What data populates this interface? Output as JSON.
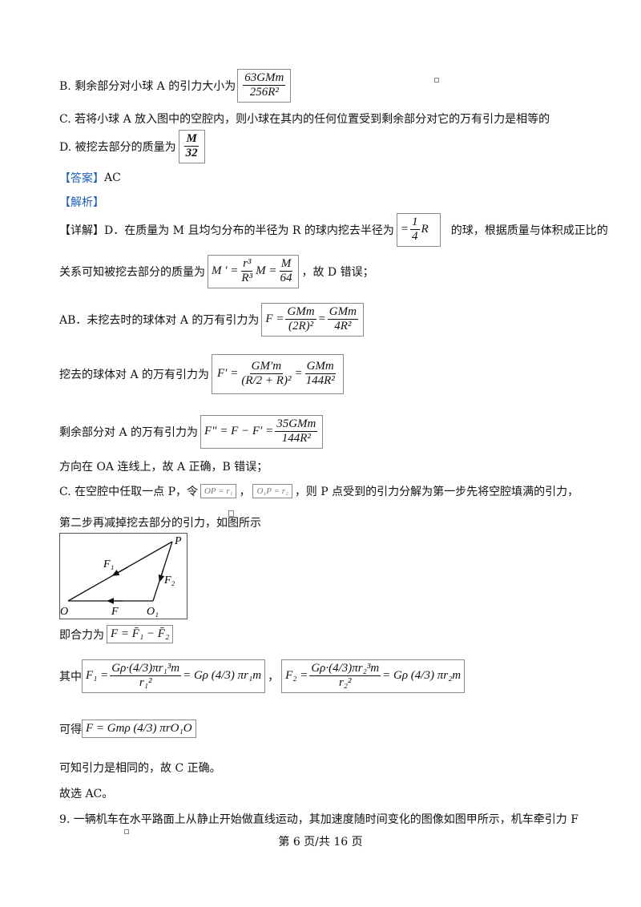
{
  "optionB": {
    "text": "B. 剩余部分对小球 A 的引力大小为",
    "num": "63GMm",
    "den": "256R²"
  },
  "optionC": {
    "text": "C. 若将小球 A 放入图中的空腔内，则小球在其内的任何位置受到剩余部分对它的万有引力是相等的"
  },
  "optionD": {
    "text": "D. 被挖去部分的质量为",
    "num": "M",
    "den": "32"
  },
  "answer": {
    "label": "【答案】",
    "value": "AC"
  },
  "analysis": {
    "label": "【解析】"
  },
  "detail": {
    "label": "【详解】",
    "p1_a": "D．在质量为 M 且均匀分布的半径为 R 的球内挖去半径为",
    "p1_formula": "= ",
    "p1_frac_num": "1",
    "p1_frac_den": "4",
    "p1_R": "R",
    "p1_b": "的球，根据质量与体积成正比的",
    "p2_a": "关系可知被挖去部分的质量为",
    "p2_lhs": "M ′ =",
    "p2_frac1_num": "r³",
    "p2_frac1_den": "R³",
    "p2_mid": "M =",
    "p2_frac2_num": "M",
    "p2_frac2_den": "64",
    "p2_b": "，故 D 错误；",
    "p3_a": "AB．未挖去时的球体对 A 的万有引力为",
    "p3_lhs": "F =",
    "p3_f1_num": "GMm",
    "p3_f1_den": "(2R)²",
    "p3_eq": "=",
    "p3_f2_num": "GMm",
    "p3_f2_den": "4R²",
    "p4_a": "挖去的球体对 A 的万有引力为",
    "p4_lhs": "F′ =",
    "p4_f1_num": "GM′m",
    "p4_f1_den": "(R/2 + R)²",
    "p4_eq": "=",
    "p4_f2_num": "GMm",
    "p4_f2_den": "144R²",
    "p5_a": "剩余部分对 A 的万有引力为",
    "p5_lhs": "F\" = F − F′ =",
    "p5_num": "35GMm",
    "p5_den": "144R²",
    "p6": "方向在 OA 连线上，故 A 正确，B 错误；",
    "p7_a": "C. 在空腔中任取一点 P，令",
    "p7_box1": "OP = r₁",
    "p7_sep": "，",
    "p7_box2": "O₁P = r₂",
    "p7_b": "，则 P 点受到的引力分解为第一步先将空腔填满的引力，",
    "p8": "第二步再减掉挖去部分的引力，如图所示",
    "p9_a": "即合力为",
    "p9_formula": "F = F̄₁ − F̄₂",
    "p10_a": "其中",
    "p10_F1_lhs": "F₁ =",
    "p10_F1_num": "Gρ·(4/3)πr₁³m",
    "p10_F1_den": "r₁²",
    "p10_F1_rhs": "= Gρ (4/3) πr₁m",
    "p10_sep": "，",
    "p10_F2_lhs": "F₂ =",
    "p10_F2_num": "Gρ·(4/3)πr₂³m",
    "p10_F2_den": "r₂²",
    "p10_F2_rhs": "= Gρ (4/3) πr₂m",
    "p11_a": "可得",
    "p11_formula": "F = Gmρ (4/3) πrO₁O",
    "p12": "可知引力是相同的，故 C 正确。",
    "p13": "故选 AC。"
  },
  "figure": {
    "P": "P",
    "O": "O",
    "O1": "O₁",
    "F": "F",
    "F1": "F₁",
    "F2": "F₂"
  },
  "q9": {
    "text": "9. 一辆机车在水平路面上从静止开始做直线运动，其加速度随时间变化的图像如图甲所示，机车牵引力 F"
  },
  "footer": {
    "text": "第 6 页/共 16 页"
  }
}
